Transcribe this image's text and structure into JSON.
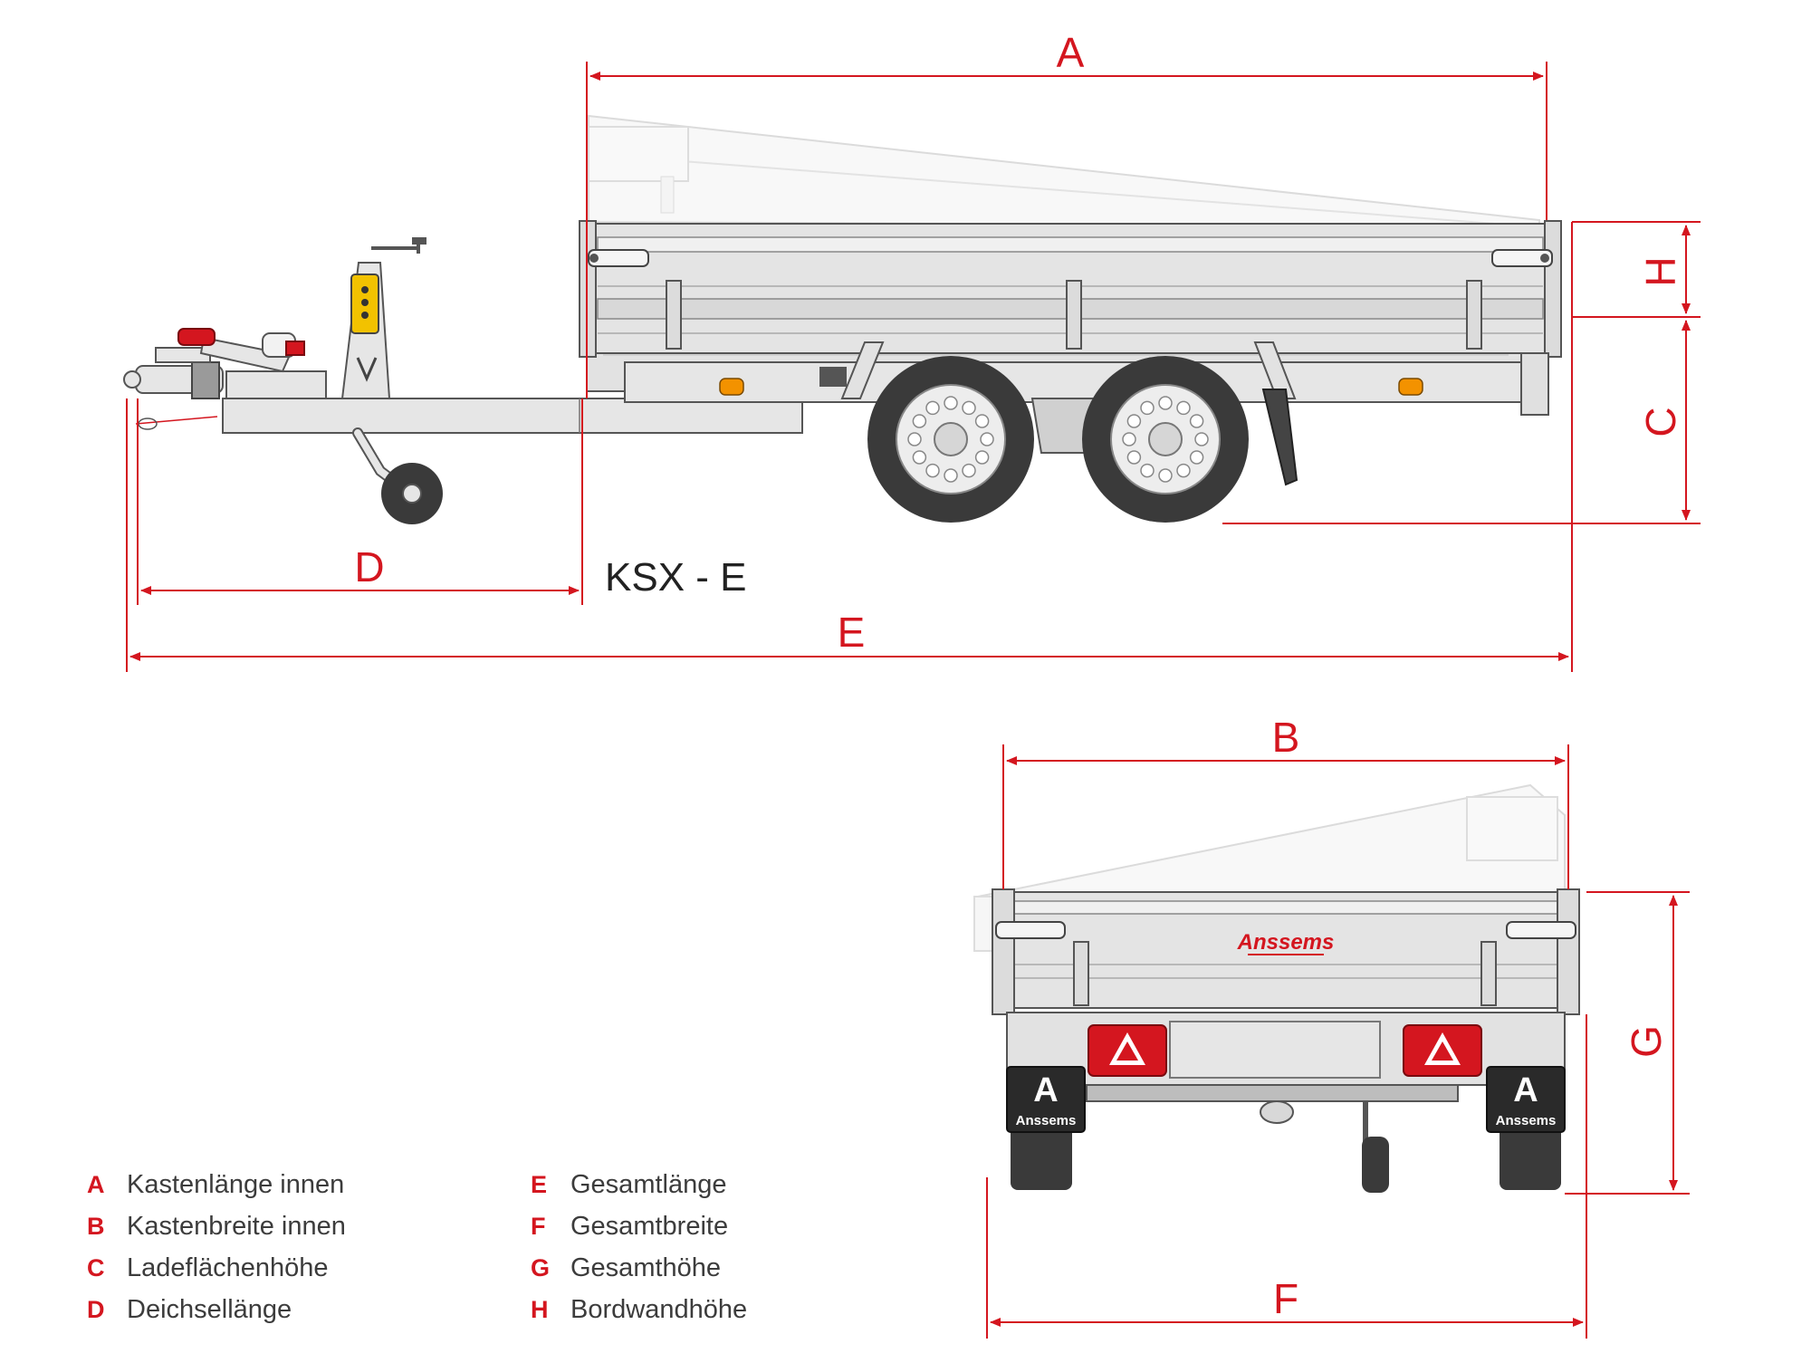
{
  "model_label": "KSX - E",
  "dimension_letters": {
    "A": "A",
    "B": "B",
    "C": "C",
    "D": "D",
    "E": "E",
    "F": "F",
    "G": "G",
    "H": "H"
  },
  "brand": {
    "box_logo": "Anssems",
    "flap_logo": "Anssems",
    "flap_letter": "A"
  },
  "legend": {
    "left": [
      {
        "key": "A",
        "text": "Kastenlänge innen"
      },
      {
        "key": "B",
        "text": "Kastenbreite innen"
      },
      {
        "key": "C",
        "text": "Ladeflächenhöhe"
      },
      {
        "key": "D",
        "text": "Deichsellänge"
      }
    ],
    "right": [
      {
        "key": "E",
        "text": "Gesamtlänge"
      },
      {
        "key": "F",
        "text": "Gesamtbreite"
      },
      {
        "key": "G",
        "text": "Gesamthöhe"
      },
      {
        "key": "H",
        "text": "Bordwandhöhe"
      }
    ]
  },
  "colors": {
    "dimension": "#d4161f",
    "body_light": "#e4e4e4",
    "body_stroke": "#555555",
    "tyre": "#3a3a3a",
    "marker_orange": "#f39200",
    "jockey_yellow": "#f2c200"
  }
}
